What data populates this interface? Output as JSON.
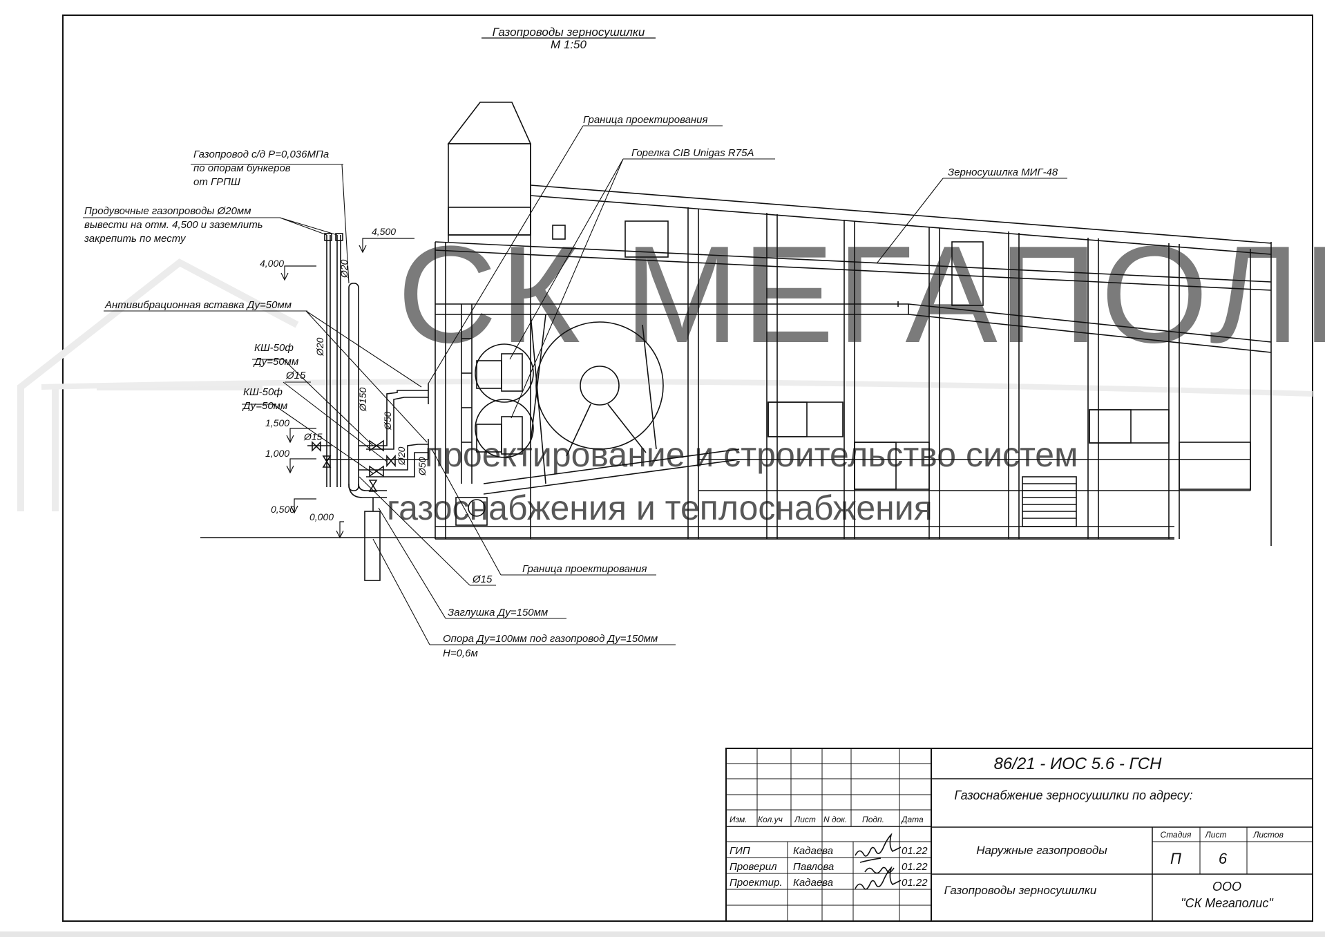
{
  "title": {
    "line1": "Газопроводы зерносушилки",
    "line2": "М 1:50"
  },
  "watermark": {
    "brand": "СК МЕГАПОЛИС",
    "line1": "проектирование и строительство систем",
    "line2": "газоснабжения и теплоснабжения",
    "color": "#f4b7b7"
  },
  "annotations": {
    "gas_main": [
      "Газопровод с/д P=0,036МПа",
      "по опорам бункеров",
      "от ГРПШ"
    ],
    "purge": [
      "Продувочные газопроводы Ø20мм",
      "вывести на отм. 4,500 и заземлить",
      "закрепить по месту"
    ],
    "antivibration": "Антивибрационная вставка Ду=50мм",
    "valve1": [
      "КШ-50ф",
      "Ду=50мм"
    ],
    "d15_a": "Ø15",
    "valve2": [
      "КШ-50ф",
      "Ду=50мм"
    ],
    "boundary_top": "Граница проектирования",
    "burner": "Горелка CIB Unigas R75A",
    "dryer": "Зерносушилка МИГ-48",
    "boundary_bottom": "Граница проектирования",
    "d15_b": "Ø15",
    "plug": "Заглушка Ду=150мм",
    "support": [
      "Опора Ду=100мм под газопровод Ду=150мм",
      "Н=0,6м"
    ]
  },
  "pipe_labels": {
    "d20_top": "Ø20",
    "d20_mid": "Ø20",
    "d150": "Ø150",
    "d50_a": "Ø50",
    "d20_right": "Ø20",
    "d50_b": "Ø50",
    "d15_small": "Ø15"
  },
  "elevations": {
    "e4500": "4,500",
    "e4000": "4,000",
    "e1500": "1,500",
    "e1000": "1,000",
    "e0500": "0,500",
    "e0000": "0,000"
  },
  "title_block": {
    "doc_code": "86/21 - ИОС 5.6 - ГСН",
    "project": "Газоснабжение зерносушилки по адресу:",
    "headers": [
      "Изм.",
      "Кол.уч",
      "Лист",
      "N док.",
      "Подп.",
      "Дата"
    ],
    "signers": [
      {
        "role": "ГИП",
        "name": "Кадаева",
        "date": "01.22"
      },
      {
        "role": "Проверил",
        "name": "Павлова",
        "date": "01.22"
      },
      {
        "role": "Проектир.",
        "name": "Кадаева",
        "date": "01.22"
      }
    ],
    "section_title": "Наружные газопроводы",
    "sheet_title": "Газопроводы зерносушилки",
    "stage_label": "Стадия",
    "sheet_label": "Лист",
    "sheets_label": "Листов",
    "stage": "П",
    "sheet": "6",
    "sheets": "",
    "company_line1": "ООО",
    "company_line2": "\"СК Мегаполис\""
  }
}
